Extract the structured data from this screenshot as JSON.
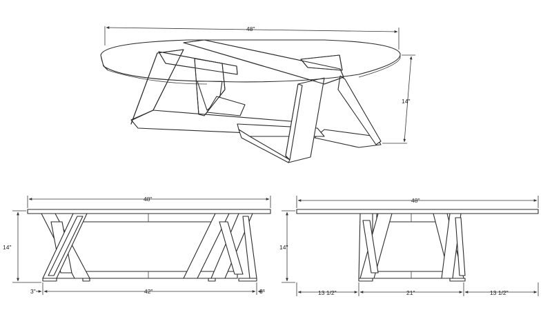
{
  "perspective_view": {
    "width_label": "48\"",
    "height_label": "14\""
  },
  "front_view": {
    "width_label": "48\"",
    "height_label": "14\"",
    "left_leg_label": "3\"",
    "span_label": "42\"",
    "right_leg_label": "3\""
  },
  "side_view": {
    "width_label": "48\"",
    "height_label": "14\"",
    "left_offset_label": "13 1/2\"",
    "center_label": "21\"",
    "right_offset_label": "13 1/2\""
  }
}
